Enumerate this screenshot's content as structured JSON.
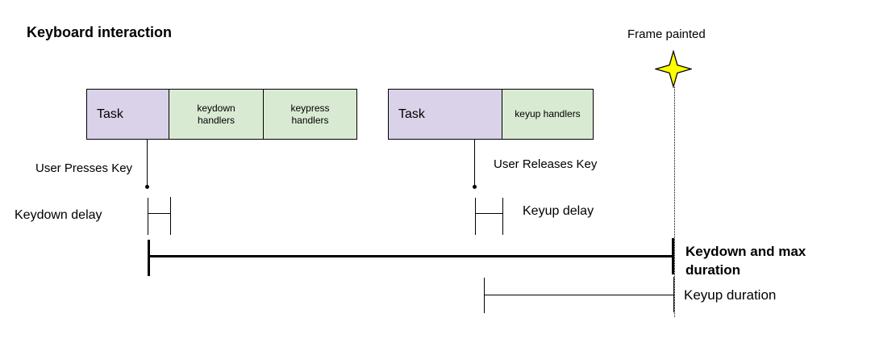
{
  "title": "Keyboard interaction",
  "frame": {
    "label": "Frame painted"
  },
  "groups": {
    "keydown": {
      "task": "Task",
      "handlers": [
        "keydown handlers",
        "keypress handlers"
      ]
    },
    "keyup": {
      "task": "Task",
      "handlers": [
        "keyup handlers"
      ]
    }
  },
  "events": {
    "press": "User Presses Key",
    "release": "User Releases Key"
  },
  "measurements": {
    "keydown_delay": "Keydown delay",
    "keyup_delay": "Keyup delay",
    "keydown_duration": "Keydown and max duration",
    "keyup_duration": "Keyup duration"
  },
  "colors": {
    "background": "#ffffff",
    "text": "#000000",
    "line": "#000000",
    "task-fill": "#d9d2e9",
    "handler-fill": "#d9ead3",
    "star-fill": "#ffff00"
  }
}
